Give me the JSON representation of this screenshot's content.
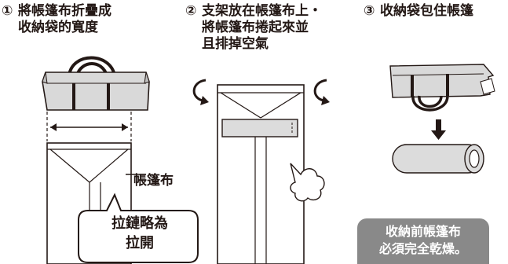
{
  "steps": [
    {
      "number": "①",
      "lines": [
        "將帳篷布折疊成",
        "收納袋的寬度"
      ]
    },
    {
      "number": "②",
      "lines": [
        "支架放在帳篷布上・",
        "將帳篷布捲起來並",
        "且排掉空氣"
      ]
    },
    {
      "number": "③",
      "lines": [
        "收納袋包住帳篷"
      ]
    }
  ],
  "labels": {
    "tent_fabric": "帳篷布",
    "zipper_lines": [
      "拉鏈略為",
      "拉開"
    ]
  },
  "note": {
    "lines": [
      "收納前帳篷布",
      "必須完全乾燥。"
    ],
    "color": "#898989"
  },
  "colors": {
    "line": "#231815",
    "bag": "#d9d9d9",
    "bag_dark": "#bfbfbf",
    "roll": "#dcdcdc"
  }
}
